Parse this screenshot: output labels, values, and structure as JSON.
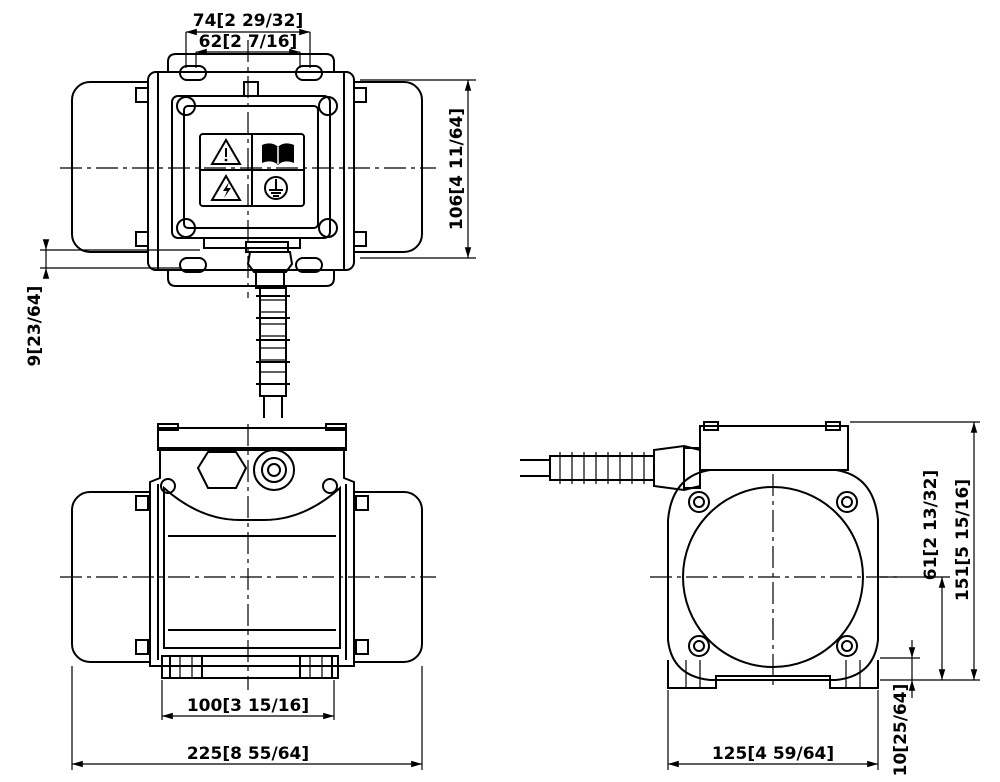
{
  "dimensions": {
    "top_outer_hole_spacing": "74[2 29/32]",
    "top_inner_hole_spacing": "62[2 7/16]",
    "top_height": "106[4 11/64]",
    "foot_offset": "9[23/64]",
    "front_foot_spacing": "100[3 15/16]",
    "overall_length": "225[8 55/64]",
    "center_height": "61[2 13/32]",
    "overall_height": "151[5 15/16]",
    "side_width": "125[4 59/64]",
    "foot_thickness": "10[25/64]"
  },
  "icons": [
    "warning-triangle-icon",
    "manual-book-icon",
    "electric-hazard-icon",
    "ground-icon"
  ]
}
